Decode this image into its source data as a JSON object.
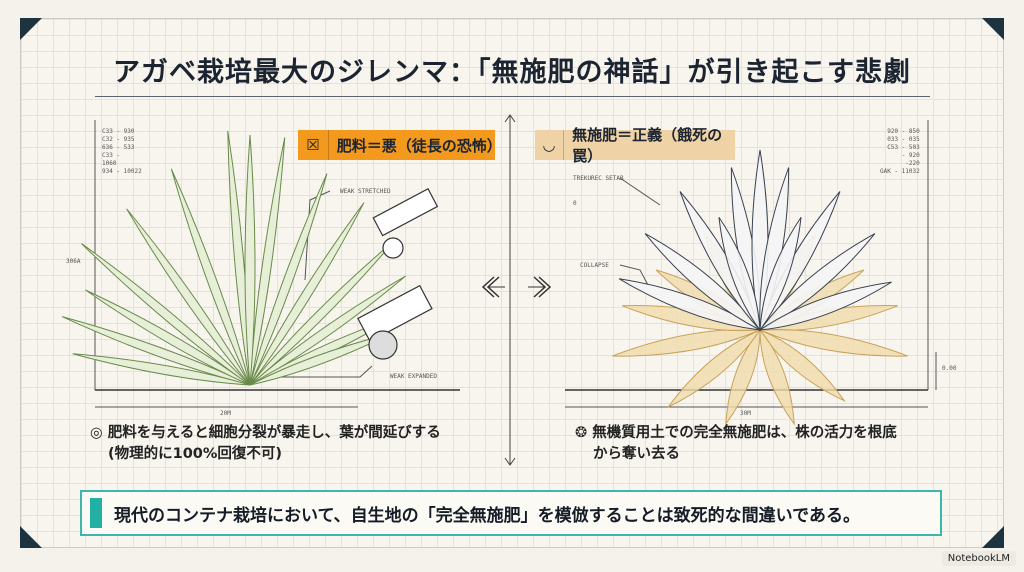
{
  "title": "アガベ栽培最大のジレンマ：「無施肥の神話」が引き起こす悲劇",
  "colors": {
    "accent_orange": "#f39a1e",
    "accent_tan": "#efd3a6",
    "accent_teal": "#22b0a3",
    "frame": "#1d3340"
  },
  "left": {
    "tag": "肥料＝悪（徒長の恐怖）",
    "tag_icon": "crossed-fertilizer-bag-icon",
    "specs": "C33 - 930\nC32 - 935\n636 - 533\nC33 -\n1060\n934 - 10022",
    "height_label": "306A",
    "width_label": "20M",
    "callouts": [
      "WEAK STRETCHED",
      "WEAK EXPANDED"
    ],
    "caption_icon": "cell-icon",
    "caption": [
      "肥料を与えると細胞分裂が暴走し、葉が間延びする",
      "(物理的に100%回復不可)"
    ]
  },
  "right": {
    "tag": "無施肥＝正義（餓死の罠）",
    "tag_icon": "empty-pot-icon",
    "specs": "920 - 850\n033 - 035\nC53 - 503\n- 920\n-220\nGAK - 11032",
    "label_a": "TREKUREC SETAB",
    "label_a_value": "0",
    "label_b": "COLLAPSE",
    "height_label": "0.00",
    "width_label": "30M",
    "caption_icon": "cell-icon",
    "caption": [
      "無機質用土での完全無施肥は、株の活力を根底",
      "から奪い去る"
    ]
  },
  "conclusion": "現代のコンテナ栽培において、自生地の「完全無施肥」を模倣することは致死的な間違いである。",
  "brand": "NotebookLM"
}
